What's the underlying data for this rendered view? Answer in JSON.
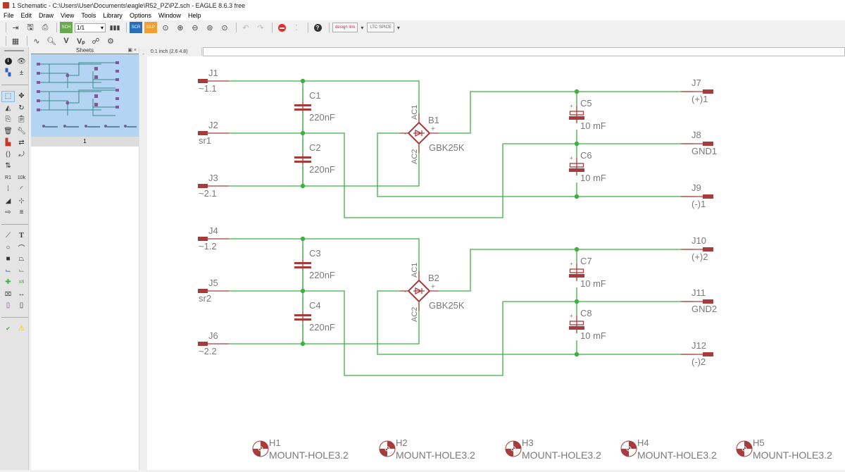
{
  "window": {
    "title": "1 Schematic - C:\\Users\\User\\Documents\\eagle\\R52_PZ\\PZ.sch - EAGLE 8.6.3 free"
  },
  "menu": [
    "File",
    "Edit",
    "Draw",
    "View",
    "Tools",
    "Library",
    "Options",
    "Window",
    "Help"
  ],
  "toolbar": {
    "sheet_select": "1/1",
    "designlink_label": "design link",
    "ltspice_label": "LTC SPICE"
  },
  "sheets_panel": {
    "title": "Sheets",
    "sheet_number": "1"
  },
  "status": {
    "grid_coord": "0.1 inch (2.6 4.8)",
    "command_value": ""
  },
  "colors": {
    "wire": "#3cb043",
    "component": "#a83c3c",
    "label": "#7a7a7a",
    "thumb_bg": "#b3d4f2"
  },
  "schematic": {
    "connectors_left": [
      {
        "name": "J1",
        "value": "~1.1"
      },
      {
        "name": "J2",
        "value": "sr1"
      },
      {
        "name": "J3",
        "value": "~2.1"
      },
      {
        "name": "J4",
        "value": "~1.2"
      },
      {
        "name": "J5",
        "value": "sr2"
      },
      {
        "name": "J6",
        "value": "~2.2"
      }
    ],
    "connectors_right": [
      {
        "name": "J7",
        "value": "(+)1"
      },
      {
        "name": "J8",
        "value": "GND1"
      },
      {
        "name": "J9",
        "value": "(-)1"
      },
      {
        "name": "J10",
        "value": "(+)2"
      },
      {
        "name": "J11",
        "value": "GND2"
      },
      {
        "name": "J12",
        "value": "(-)2"
      }
    ],
    "capacitors": [
      {
        "name": "C1",
        "value": "220nF"
      },
      {
        "name": "C2",
        "value": "220nF"
      },
      {
        "name": "C3",
        "value": "220nF"
      },
      {
        "name": "C4",
        "value": "220nF"
      },
      {
        "name": "C5",
        "value": "10 mF"
      },
      {
        "name": "C6",
        "value": "10 mF"
      },
      {
        "name": "C7",
        "value": "10 mF"
      },
      {
        "name": "C8",
        "value": "10 mF"
      }
    ],
    "bridges": [
      {
        "name": "B1",
        "value": "GBK25K",
        "pin_ac1": "AC1",
        "pin_ac2": "AC2",
        "pin_minus": "-",
        "pin_plus": "+"
      },
      {
        "name": "B2",
        "value": "GBK25K",
        "pin_ac1": "AC1",
        "pin_ac2": "AC2",
        "pin_minus": "-",
        "pin_plus": "+"
      }
    ],
    "mount_holes": [
      {
        "name": "H1",
        "value": "MOUNT-HOLE3.2"
      },
      {
        "name": "H2",
        "value": "MOUNT-HOLE3.2"
      },
      {
        "name": "H3",
        "value": "MOUNT-HOLE3.2"
      },
      {
        "name": "H4",
        "value": "MOUNT-HOLE3.2"
      },
      {
        "name": "H5",
        "value": "MOUNT-HOLE3.2"
      }
    ],
    "polarity_mark": "+"
  }
}
